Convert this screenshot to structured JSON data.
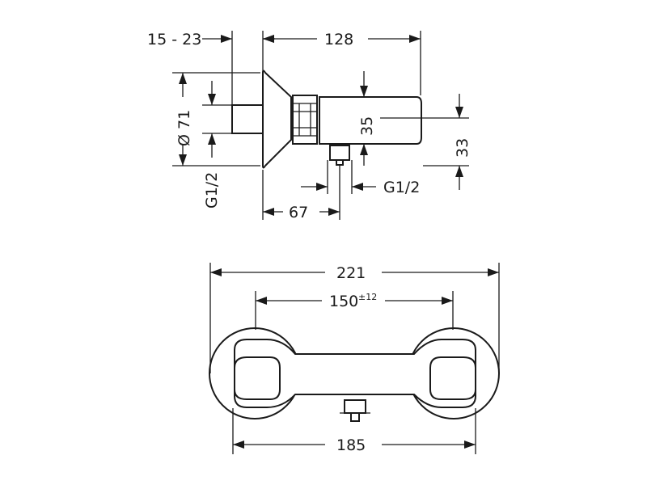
{
  "side_view": {
    "dim_15_23": "15 - 23",
    "dim_128": "128",
    "dim_71": "Ø 71",
    "dim_35": "35",
    "dim_33": "33",
    "dim_g12_left": "G1/2",
    "dim_g12_right": "G1/2",
    "dim_67": "67"
  },
  "front_view": {
    "dim_221": "221",
    "dim_150": "150",
    "dim_150_tol": "±12",
    "dim_185": "185"
  }
}
